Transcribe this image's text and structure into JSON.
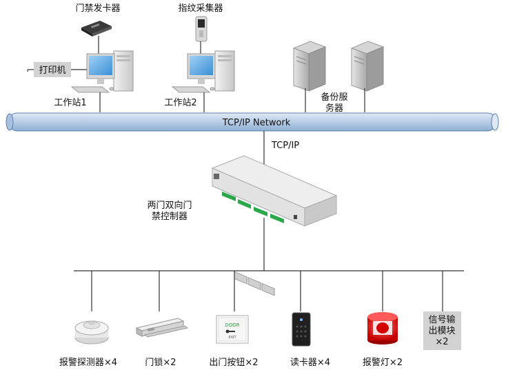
{
  "workstations": {
    "card_issuer": "门禁发卡器",
    "fingerprint": "指纹采集器",
    "printer": "打印机",
    "ws1": "工作站1",
    "ws2": "工作站2"
  },
  "servers": {
    "label_line1": "备份服",
    "label_line2": "务器"
  },
  "network": {
    "bus_label": "TCP/IP Network",
    "link_label": "TCP/IP"
  },
  "controller": {
    "label_line1": "两门双向门",
    "label_line2": "禁控制器"
  },
  "devices": [
    {
      "label": "报警探测器×4",
      "icon": "alarm-detector-icon"
    },
    {
      "label": "门锁×2",
      "icon": "magnetic-lock-icon"
    },
    {
      "label": "出门按钮×2",
      "icon": "exit-button-icon"
    },
    {
      "label": "读卡器×4",
      "icon": "card-reader-icon"
    },
    {
      "label": "报警灯×2",
      "icon": "alarm-light-icon"
    }
  ],
  "signal_module": {
    "line1": "信号输",
    "line2": "出模块",
    "line3": "×2"
  },
  "exit_button_text": {
    "top": "DOOR",
    "bottom": "EXIT"
  },
  "colors": {
    "bus_fill": "#b8cde6",
    "bus_stroke": "#5a7eaa",
    "wire": "#333333"
  }
}
